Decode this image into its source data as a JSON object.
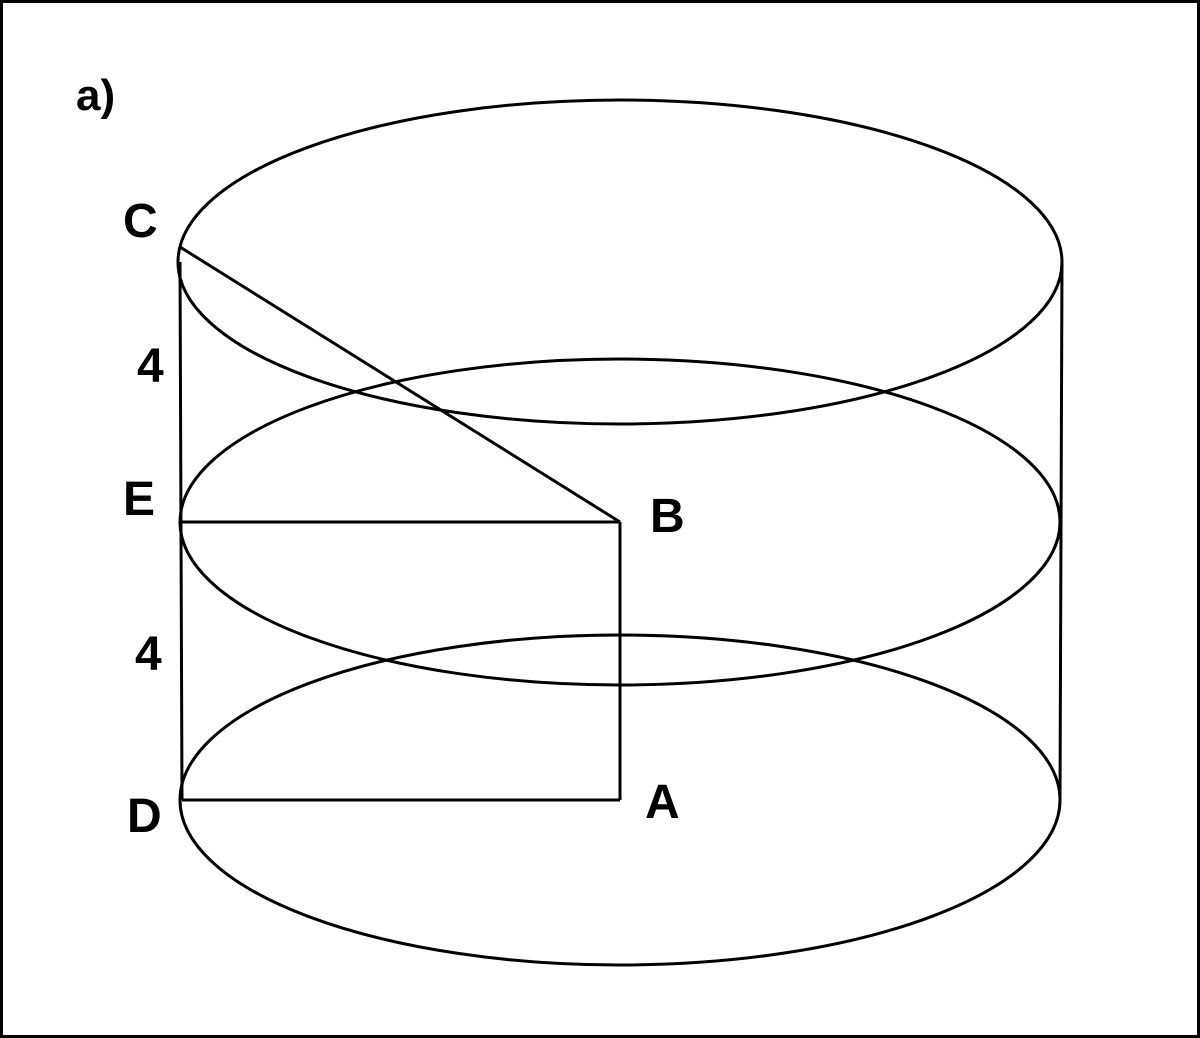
{
  "figure": {
    "tag": "a)"
  },
  "points": {
    "A": "A",
    "B": "B",
    "C": "C",
    "D": "D",
    "E": "E"
  },
  "measures": {
    "upper_segment": "4",
    "lower_segment": "4"
  },
  "colors": {
    "stroke": "#000000",
    "background": "#ffffff"
  }
}
